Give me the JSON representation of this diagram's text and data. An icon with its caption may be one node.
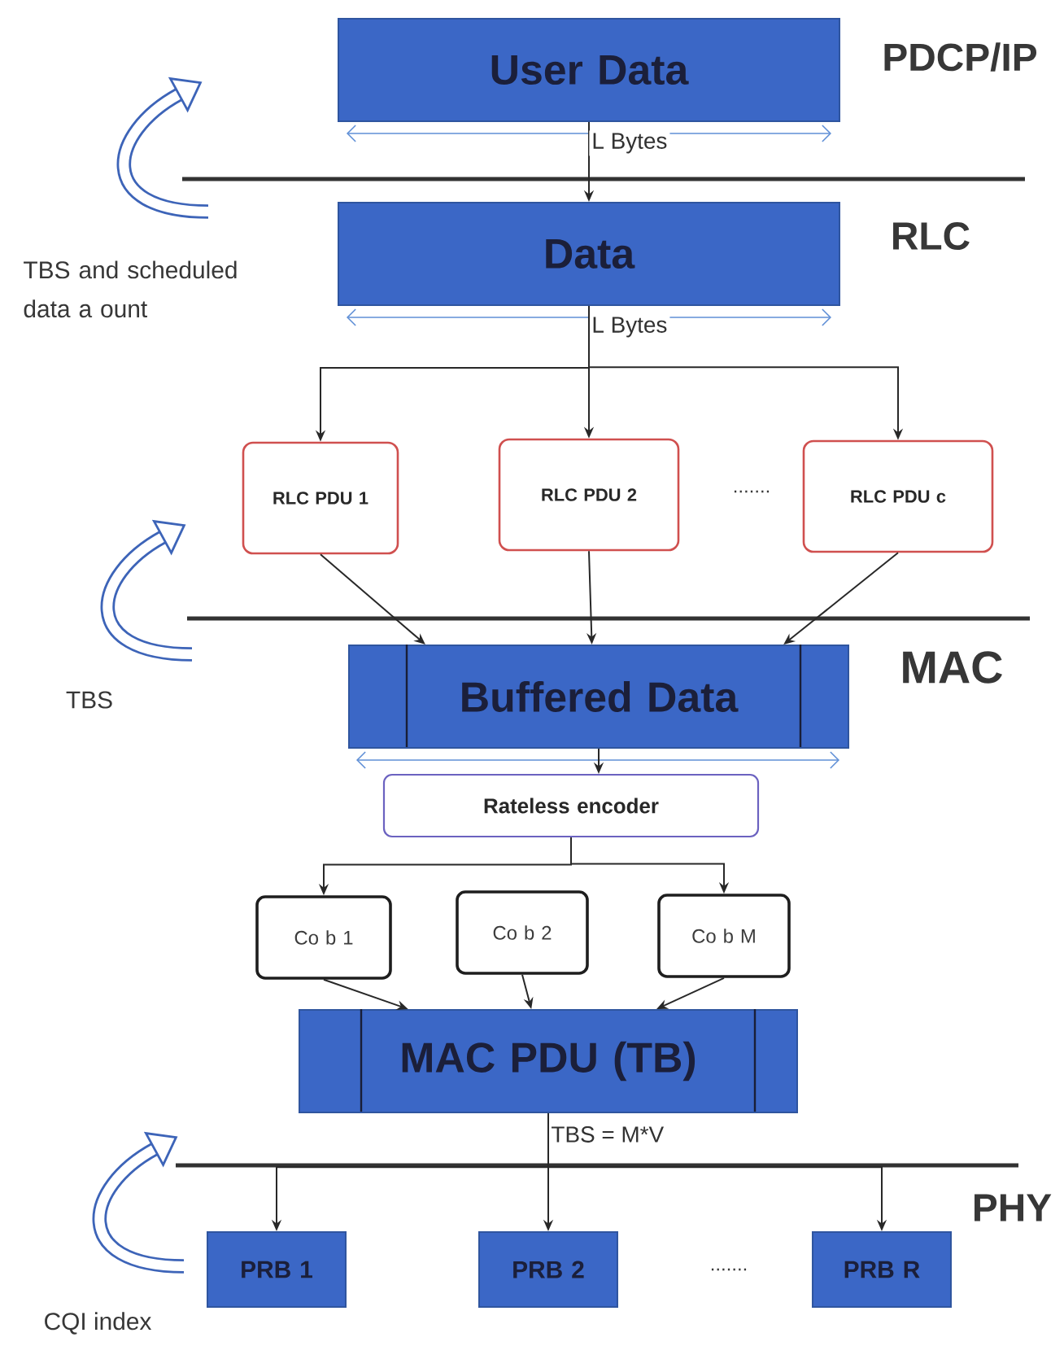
{
  "diagram": {
    "nodes": [
      {
        "text": [
          "User Data"
        ]
      },
      {
        "text": [
          "Data"
        ]
      },
      {
        "text": [
          "RLC PDU 1"
        ]
      },
      {
        "text": [
          "RLC PDU 2"
        ]
      },
      {
        "text": [
          "RLC PDU c"
        ]
      },
      {
        "text": [
          "Buffered Data"
        ]
      },
      {
        "text": [
          "Rateless encoder"
        ]
      },
      {
        "text": [
          "Co b 1"
        ]
      },
      {
        "text": [
          "Co b 2"
        ]
      },
      {
        "text": [
          "Co b M"
        ]
      },
      {
        "text": [
          "MAC PDU (TB)"
        ]
      },
      {
        "text": [
          "PRB 1"
        ]
      },
      {
        "text": [
          "PRB 2"
        ]
      },
      {
        "text": [
          "PRB R"
        ]
      }
    ],
    "edges": [
      {
        "from": 0,
        "to": 1,
        "arrow": "to",
        "label": "L Bytes"
      },
      {
        "from": 1,
        "to": 2,
        "arrow": "to"
      },
      {
        "from": 1,
        "to": 3,
        "arrow": "to",
        "label": "L Bytes"
      },
      {
        "from": 1,
        "to": 4,
        "arrow": "to"
      },
      {
        "from": 2,
        "to": 5,
        "arrow": "to"
      },
      {
        "from": 3,
        "to": 5,
        "arrow": "to"
      },
      {
        "from": 4,
        "to": 5,
        "arrow": "to"
      },
      {
        "from": 5,
        "to": 6,
        "arrow": "to"
      },
      {
        "from": 6,
        "to": 7,
        "arrow": "to"
      },
      {
        "from": 6,
        "to": 9,
        "arrow": "to"
      },
      {
        "from": 7,
        "to": 10,
        "arrow": "to"
      },
      {
        "from": 8,
        "to": 10,
        "arrow": "to"
      },
      {
        "from": 9,
        "to": 10,
        "arrow": "to"
      },
      {
        "from": 10,
        "to": 11,
        "arrow": "to"
      },
      {
        "from": 10,
        "to": 12,
        "arrow": "to",
        "label": "TBS = M*V"
      },
      {
        "from": 10,
        "to": 13,
        "arrow": "to"
      }
    ],
    "labels": [
      "PDCP/IP",
      "TBS and scheduled data a ount",
      "RLC",
      ".......",
      "TBS",
      "MAC",
      "PHY",
      ".......",
      "CQI index"
    ]
  }
}
